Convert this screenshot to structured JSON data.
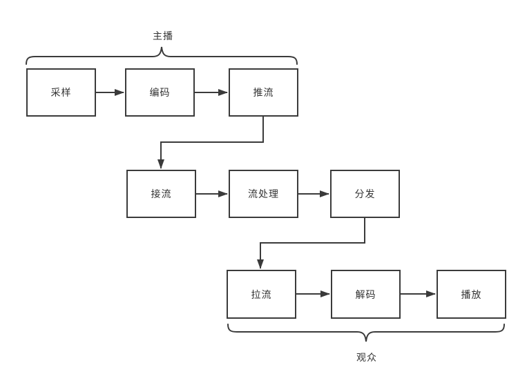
{
  "diagram": {
    "background": "#ffffff",
    "line_color": "#3a3a3a",
    "text_color": "#333333",
    "groups": {
      "broadcaster": {
        "label": "主播"
      },
      "audience": {
        "label": "观众"
      }
    },
    "nodes": [
      {
        "id": "sampling",
        "label": "采样"
      },
      {
        "id": "encoding",
        "label": "编码"
      },
      {
        "id": "push-stream",
        "label": "推流"
      },
      {
        "id": "ingest-stream",
        "label": "接流"
      },
      {
        "id": "stream-processing",
        "label": "流处理"
      },
      {
        "id": "distribution",
        "label": "分发"
      },
      {
        "id": "pull-stream",
        "label": "拉流"
      },
      {
        "id": "decoding",
        "label": "解码"
      },
      {
        "id": "playback",
        "label": "播放"
      }
    ],
    "edges": [
      {
        "from": "采样",
        "to": "编码"
      },
      {
        "from": "编码",
        "to": "推流"
      },
      {
        "from": "推流",
        "to": "接流"
      },
      {
        "from": "接流",
        "to": "流处理"
      },
      {
        "from": "流处理",
        "to": "分发"
      },
      {
        "from": "分发",
        "to": "拉流"
      },
      {
        "from": "拉流",
        "to": "解码"
      },
      {
        "from": "解码",
        "to": "播放"
      }
    ]
  }
}
